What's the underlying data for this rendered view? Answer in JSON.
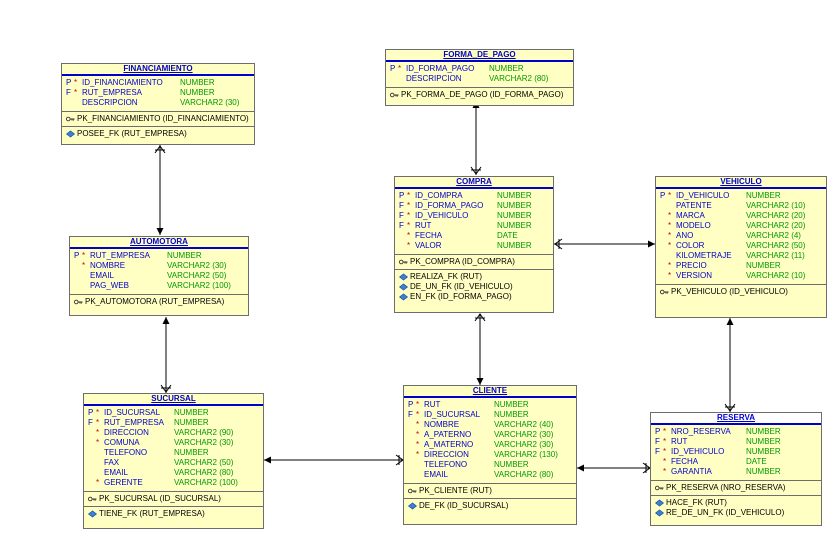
{
  "entities": {
    "financiamiento": {
      "title": "FINANCIAMIENTO",
      "cols": [
        {
          "k": "P",
          "s": "*",
          "n": "ID_FINANCIAMIENTO",
          "t": "NUMBER"
        },
        {
          "k": "F",
          "s": "*",
          "n": "RUT_EMPRESA",
          "t": "NUMBER"
        },
        {
          "k": "",
          "s": "",
          "n": "DESCRIPCION",
          "t": "VARCHAR2 (30)"
        }
      ],
      "pk": "PK_FINANCIAMIENTO (ID_FINANCIAMIENTO)",
      "fks": [
        "POSEE_FK (RUT_EMPRESA)"
      ]
    },
    "forma_de_pago": {
      "title": "FORMA_DE_PAGO",
      "cols": [
        {
          "k": "P",
          "s": "*",
          "n": "ID_FORMA_PAGO",
          "t": "NUMBER"
        },
        {
          "k": "",
          "s": "",
          "n": "DESCRIPCION",
          "t": "VARCHAR2 (80)"
        }
      ],
      "pk": "PK_FORMA_DE_PAGO (ID_FORMA_PAGO)",
      "fks": []
    },
    "automotora": {
      "title": "AUTOMOTORA",
      "cols": [
        {
          "k": "P",
          "s": "*",
          "n": "RUT_EMPRESA",
          "t": "NUMBER"
        },
        {
          "k": "",
          "s": "*",
          "n": "NOMBRE",
          "t": "VARCHAR2 (30)"
        },
        {
          "k": "",
          "s": "",
          "n": "EMAIL",
          "t": "VARCHAR2 (50)"
        },
        {
          "k": "",
          "s": "",
          "n": "PAG_WEB",
          "t": "VARCHAR2 (100)"
        }
      ],
      "pk": "PK_AUTOMOTORA (RUT_EMPRESA)",
      "fks": []
    },
    "compra": {
      "title": "COMPRA",
      "cols": [
        {
          "k": "P",
          "s": "*",
          "n": "ID_COMPRA",
          "t": "NUMBER"
        },
        {
          "k": "F",
          "s": "*",
          "n": "ID_FORMA_PAGO",
          "t": "NUMBER"
        },
        {
          "k": "F",
          "s": "*",
          "n": "ID_VEHICULO",
          "t": "NUMBER"
        },
        {
          "k": "F",
          "s": "*",
          "n": "RUT",
          "t": "NUMBER"
        },
        {
          "k": "",
          "s": "*",
          "n": "FECHA",
          "t": "DATE"
        },
        {
          "k": "",
          "s": "*",
          "n": "VALOR",
          "t": "NUMBER"
        }
      ],
      "pk": "PK_COMPRA (ID_COMPRA)",
      "fks": [
        "REALIZA_FK (RUT)",
        "DE_UN_FK (ID_VEHICULO)",
        "EN_FK (ID_FORMA_PAGO)"
      ]
    },
    "vehiculo": {
      "title": "VEHICULO",
      "cols": [
        {
          "k": "P",
          "s": "*",
          "n": "ID_VEHICULO",
          "t": "NUMBER"
        },
        {
          "k": "",
          "s": "",
          "n": "PATENTE",
          "t": "VARCHAR2 (10)"
        },
        {
          "k": "",
          "s": "*",
          "n": "MARCA",
          "t": "VARCHAR2 (20)"
        },
        {
          "k": "",
          "s": "*",
          "n": "MODELO",
          "t": "VARCHAR2 (20)"
        },
        {
          "k": "",
          "s": "*",
          "n": "ANO",
          "t": "VARCHAR2 (4)"
        },
        {
          "k": "",
          "s": "*",
          "n": "COLOR",
          "t": "VARCHAR2 (50)"
        },
        {
          "k": "",
          "s": "",
          "n": "KILOMETRAJE",
          "t": "VARCHAR2 (11)"
        },
        {
          "k": "",
          "s": "*",
          "n": "PRECIO",
          "t": "NUMBER"
        },
        {
          "k": "",
          "s": "*",
          "n": "VERSION",
          "t": "VARCHAR2 (10)"
        }
      ],
      "pk": "PK_VEHICULO (ID_VEHICULO)",
      "fks": []
    },
    "sucursal": {
      "title": "SUCURSAL",
      "cols": [
        {
          "k": "P",
          "s": "*",
          "n": "ID_SUCURSAL",
          "t": "NUMBER"
        },
        {
          "k": "F",
          "s": "*",
          "n": "RUT_EMPRESA",
          "t": "NUMBER"
        },
        {
          "k": "",
          "s": "*",
          "n": "DIRECCION",
          "t": "VARCHAR2 (90)"
        },
        {
          "k": "",
          "s": "*",
          "n": "COMUNA",
          "t": "VARCHAR2 (30)"
        },
        {
          "k": "",
          "s": "",
          "n": "TELEFONO",
          "t": "NUMBER"
        },
        {
          "k": "",
          "s": "",
          "n": "FAX",
          "t": "VARCHAR2 (50)"
        },
        {
          "k": "",
          "s": "",
          "n": "EMAIL",
          "t": "VARCHAR2 (80)"
        },
        {
          "k": "",
          "s": "*",
          "n": "GERENTE",
          "t": "VARCHAR2 (100)"
        }
      ],
      "pk": "PK_SUCURSAL (ID_SUCURSAL)",
      "fks": [
        "TIENE_FK (RUT_EMPRESA)"
      ]
    },
    "cliente": {
      "title": "CLIENTE",
      "cols": [
        {
          "k": "P",
          "s": "*",
          "n": "RUT",
          "t": "NUMBER"
        },
        {
          "k": "F",
          "s": "*",
          "n": "ID_SUCURSAL",
          "t": "NUMBER"
        },
        {
          "k": "",
          "s": "*",
          "n": "NOMBRE",
          "t": "VARCHAR2 (40)"
        },
        {
          "k": "",
          "s": "*",
          "n": "A_PATERNO",
          "t": "VARCHAR2 (30)"
        },
        {
          "k": "",
          "s": "*",
          "n": "A_MATERNO",
          "t": "VARCHAR2 (30)"
        },
        {
          "k": "",
          "s": "*",
          "n": "DIRECCION",
          "t": "VARCHAR2 (130)"
        },
        {
          "k": "",
          "s": "",
          "n": "TELEFONO",
          "t": "NUMBER"
        },
        {
          "k": "",
          "s": "",
          "n": "EMAIL",
          "t": "VARCHAR2 (80)"
        }
      ],
      "pk": "PK_CLIENTE (RUT)",
      "fks": [
        "DE_FK (ID_SUCURSAL)"
      ]
    },
    "reserva": {
      "title": "RESERVA",
      "cols": [
        {
          "k": "P",
          "s": "*",
          "n": "NRO_RESERVA",
          "t": "NUMBER"
        },
        {
          "k": "F",
          "s": "*",
          "n": "RUT",
          "t": "NUMBER"
        },
        {
          "k": "F",
          "s": "*",
          "n": "ID_VEHICULO",
          "t": "NUMBER"
        },
        {
          "k": "",
          "s": "*",
          "n": "FECHA",
          "t": "DATE"
        },
        {
          "k": "",
          "s": "*",
          "n": "GARANTIA",
          "t": "NUMBER"
        }
      ],
      "pk": "PK_RESERVA (NRO_RESERVA)",
      "fks": [
        "HACE_FK (RUT)",
        "RE_DE_UN_FK (ID_VEHICULO)"
      ]
    }
  },
  "colors": {
    "entity_fill": "#ffffc4",
    "title": "#0000cc",
    "key": "#0000cc",
    "required": "#cc0000",
    "type": "#009900"
  },
  "icons": {
    "pk": "key-icon",
    "fk": "fk-index-icon"
  }
}
